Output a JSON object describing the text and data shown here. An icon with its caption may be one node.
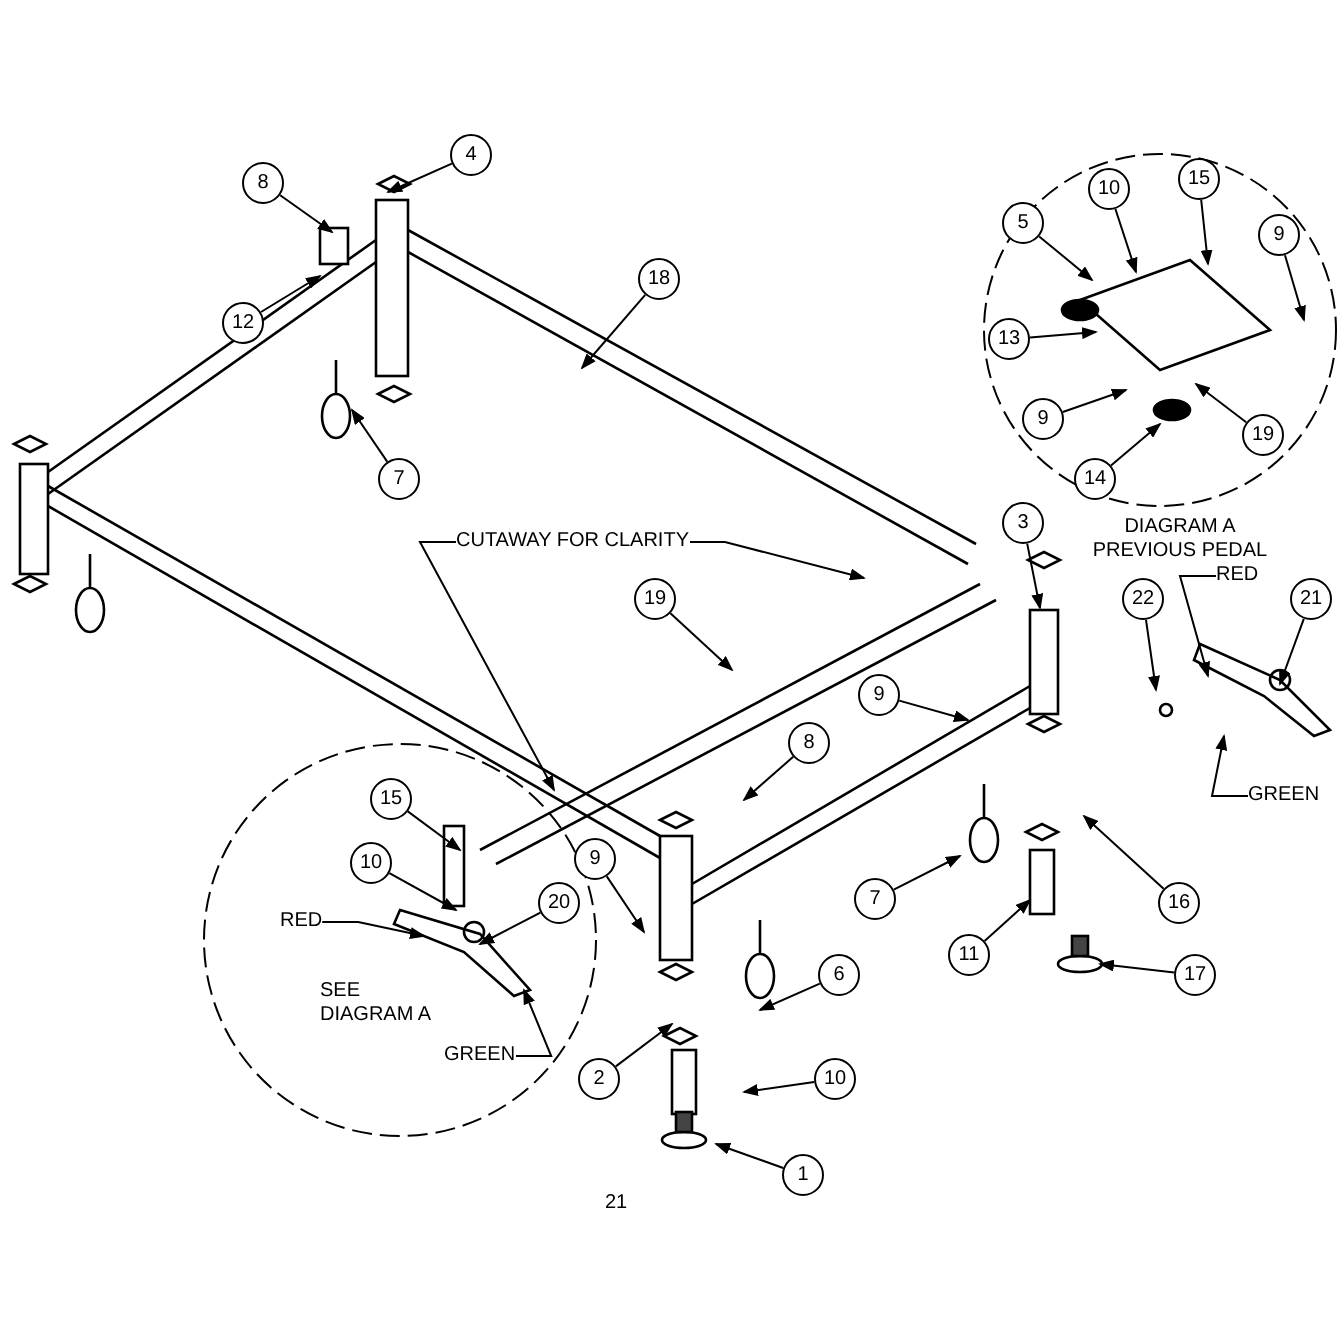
{
  "diagram": {
    "nodes": [
      {
        "text": [
          "8"
        ]
      },
      {
        "text": [
          "4"
        ]
      },
      {
        "text": [
          "15"
        ]
      },
      {
        "text": [
          "5"
        ]
      },
      {
        "text": [
          "10"
        ]
      },
      {
        "text": [
          "12"
        ]
      },
      {
        "text": [
          "18"
        ]
      },
      {
        "text": [
          "13"
        ]
      },
      {
        "text": [
          "9"
        ]
      },
      {
        "text": [
          "19"
        ]
      },
      {
        "text": [
          "9"
        ]
      },
      {
        "text": [
          "14"
        ]
      },
      {
        "text": [
          "7"
        ]
      },
      {
        "text": [
          "CUTAWAY FOR CLARITY"
        ]
      },
      {
        "text": [
          "3"
        ]
      },
      {
        "text": [
          "19"
        ]
      },
      {
        "text": [
          "RED"
        ]
      },
      {
        "text": [
          "22"
        ]
      },
      {
        "text": [
          "21"
        ]
      },
      {
        "text": [
          "9"
        ]
      },
      {
        "text": [
          "8"
        ]
      },
      {
        "text": [
          "15"
        ]
      },
      {
        "text": [
          "10"
        ]
      },
      {
        "text": [
          "RED"
        ]
      },
      {
        "text": [
          "9"
        ]
      },
      {
        "text": [
          "20"
        ]
      },
      {
        "text": [
          "GREEN"
        ]
      },
      {
        "text": [
          "7"
        ]
      },
      {
        "text": [
          "11"
        ]
      },
      {
        "text": [
          "16"
        ]
      },
      {
        "text": [
          "17"
        ]
      },
      {
        "text": [
          "6"
        ]
      },
      {
        "text": [
          "GREEN"
        ]
      },
      {
        "text": [
          "2"
        ]
      },
      {
        "text": [
          "10"
        ]
      },
      {
        "text": [
          "1"
        ]
      }
    ],
    "edges": [
      {
        "from": 0,
        "to": null,
        "arrow": "to"
      },
      {
        "from": 1,
        "to": null,
        "arrow": "to"
      },
      {
        "from": 2,
        "to": null,
        "arrow": "to"
      },
      {
        "from": 3,
        "to": null,
        "arrow": "to"
      },
      {
        "from": 4,
        "to": null,
        "arrow": "to"
      },
      {
        "from": 5,
        "to": null,
        "arrow": "to"
      },
      {
        "from": 6,
        "to": null,
        "arrow": "to"
      },
      {
        "from": 7,
        "to": null,
        "arrow": "to"
      },
      {
        "from": 8,
        "to": null,
        "arrow": "to"
      },
      {
        "from": 9,
        "to": null,
        "arrow": "to"
      },
      {
        "from": 10,
        "to": null,
        "arrow": "to"
      },
      {
        "from": 11,
        "to": null,
        "arrow": "to"
      },
      {
        "from": 12,
        "to": null,
        "arrow": "to"
      },
      {
        "from": 13,
        "to": null,
        "arrow": "to"
      },
      {
        "from": 13,
        "to": null,
        "arrow": "to"
      },
      {
        "from": 14,
        "to": null,
        "arrow": "to"
      },
      {
        "from": 15,
        "to": null,
        "arrow": "to"
      },
      {
        "from": 16,
        "to": null,
        "arrow": "to"
      },
      {
        "from": 17,
        "to": null,
        "arrow": "to"
      },
      {
        "from": 18,
        "to": null,
        "arrow": "to"
      },
      {
        "from": 19,
        "to": null,
        "arrow": "to"
      },
      {
        "from": 20,
        "to": null,
        "arrow": "to"
      },
      {
        "from": 21,
        "to": null,
        "arrow": "to"
      },
      {
        "from": 22,
        "to": null,
        "arrow": "to"
      },
      {
        "from": 23,
        "to": null,
        "arrow": "to"
      },
      {
        "from": 24,
        "to": null,
        "arrow": "to"
      },
      {
        "from": 25,
        "to": null,
        "arrow": "to"
      },
      {
        "from": 26,
        "to": null,
        "arrow": "to"
      },
      {
        "from": 27,
        "to": null,
        "arrow": "to"
      },
      {
        "from": 28,
        "to": null,
        "arrow": "to"
      },
      {
        "from": 29,
        "to": null,
        "arrow": "to"
      },
      {
        "from": 30,
        "to": null,
        "arrow": "to"
      },
      {
        "from": 31,
        "to": null,
        "arrow": "to"
      },
      {
        "from": 32,
        "to": null,
        "arrow": "to"
      },
      {
        "from": 33,
        "to": null,
        "arrow": "to"
      },
      {
        "from": 34,
        "to": null,
        "arrow": "to"
      },
      {
        "from": 35,
        "to": null,
        "arrow": "to"
      }
    ],
    "labels": [
      "DIAGRAM A PREVIOUS PEDAL",
      "SEE DIAGRAM A",
      "21"
    ]
  }
}
